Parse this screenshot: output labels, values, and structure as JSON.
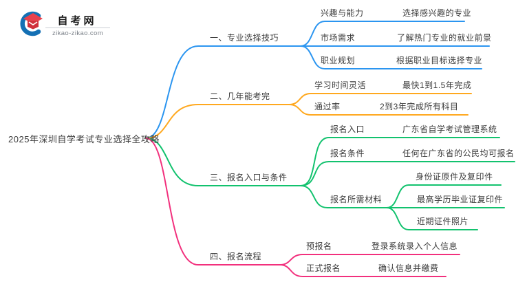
{
  "logo": {
    "site_name": "自考网",
    "site_url": "zikao-zikao.com",
    "icon_blue": "#1470B4",
    "icon_red": "#E8414D",
    "icon_red_dark": "#D02F3C"
  },
  "central": {
    "title": "2025年深圳自学考试专业选择全攻略"
  },
  "colors": {
    "branch1": "#2B95F0",
    "branch2": "#FFA81E",
    "branch3": "#12C26E",
    "branch4": "#F2307D",
    "text": "#3a3a3a"
  },
  "branches": [
    {
      "label": "一、专业选择技巧",
      "color": "#2B95F0",
      "children": [
        {
          "label": "兴趣与能力",
          "value": "选择感兴趣的专业"
        },
        {
          "label": "市场需求",
          "value": "了解热门专业的就业前景"
        },
        {
          "label": "职业规划",
          "value": "根据职业目标选择专业"
        }
      ]
    },
    {
      "label": "二、几年能考完",
      "color": "#FFA81E",
      "children": [
        {
          "label": "学习时间灵活",
          "value": "最快1到1.5年完成"
        },
        {
          "label": "通过率",
          "value": "2到3年完成所有科目"
        }
      ]
    },
    {
      "label": "三、报名入口与条件",
      "color": "#12C26E",
      "children": [
        {
          "label": "报名入口",
          "value": "广东省自学考试管理系统"
        },
        {
          "label": "报名条件",
          "value": "任何在广东省的公民均可报名"
        },
        {
          "label": "报名所需材料",
          "items": [
            "身份证原件及复印件",
            "最高学历毕业证复印件",
            "近期证件照片"
          ]
        }
      ]
    },
    {
      "label": "四、报名流程",
      "color": "#F2307D",
      "children": [
        {
          "label": "预报名",
          "value": "登录系统录入个人信息"
        },
        {
          "label": "正式报名",
          "value": "确认信息并缴费"
        }
      ]
    }
  ]
}
